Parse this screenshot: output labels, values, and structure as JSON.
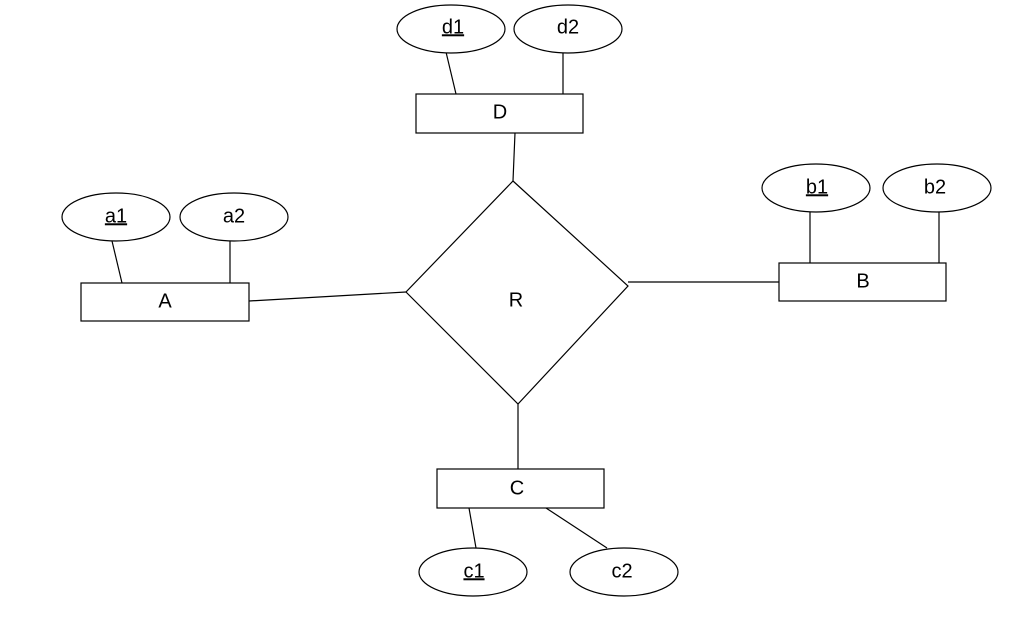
{
  "diagram": {
    "relationship": {
      "label": "R"
    },
    "entities": {
      "A": {
        "label": "A",
        "attributes": [
          {
            "label": "a1",
            "key": true
          },
          {
            "label": "a2",
            "key": false
          }
        ]
      },
      "B": {
        "label": "B",
        "attributes": [
          {
            "label": "b1",
            "key": true
          },
          {
            "label": "b2",
            "key": false
          }
        ]
      },
      "C": {
        "label": "C",
        "attributes": [
          {
            "label": "c1",
            "key": true
          },
          {
            "label": "c2",
            "key": false
          }
        ]
      },
      "D": {
        "label": "D",
        "attributes": [
          {
            "label": "d1",
            "key": true
          },
          {
            "label": "d2",
            "key": false
          }
        ]
      }
    }
  }
}
